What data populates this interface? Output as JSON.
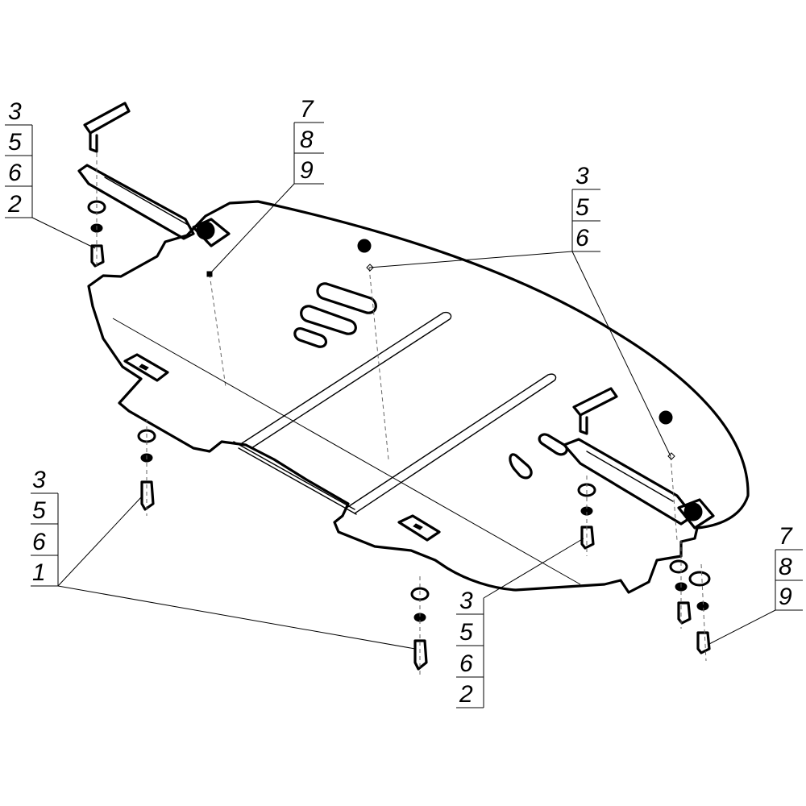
{
  "callouts": [
    {
      "id": "top-left",
      "labels": [
        "3",
        "5",
        "6",
        "2"
      ]
    },
    {
      "id": "top-center",
      "labels": [
        "7",
        "8",
        "9"
      ]
    },
    {
      "id": "right-upper",
      "labels": [
        "3",
        "5",
        "6"
      ]
    },
    {
      "id": "left-lower",
      "labels": [
        "3",
        "5",
        "6",
        "1"
      ]
    },
    {
      "id": "bottom-center",
      "labels": [
        "3",
        "5",
        "6",
        "2"
      ]
    },
    {
      "id": "right-lower",
      "labels": [
        "7",
        "8",
        "9"
      ]
    }
  ]
}
